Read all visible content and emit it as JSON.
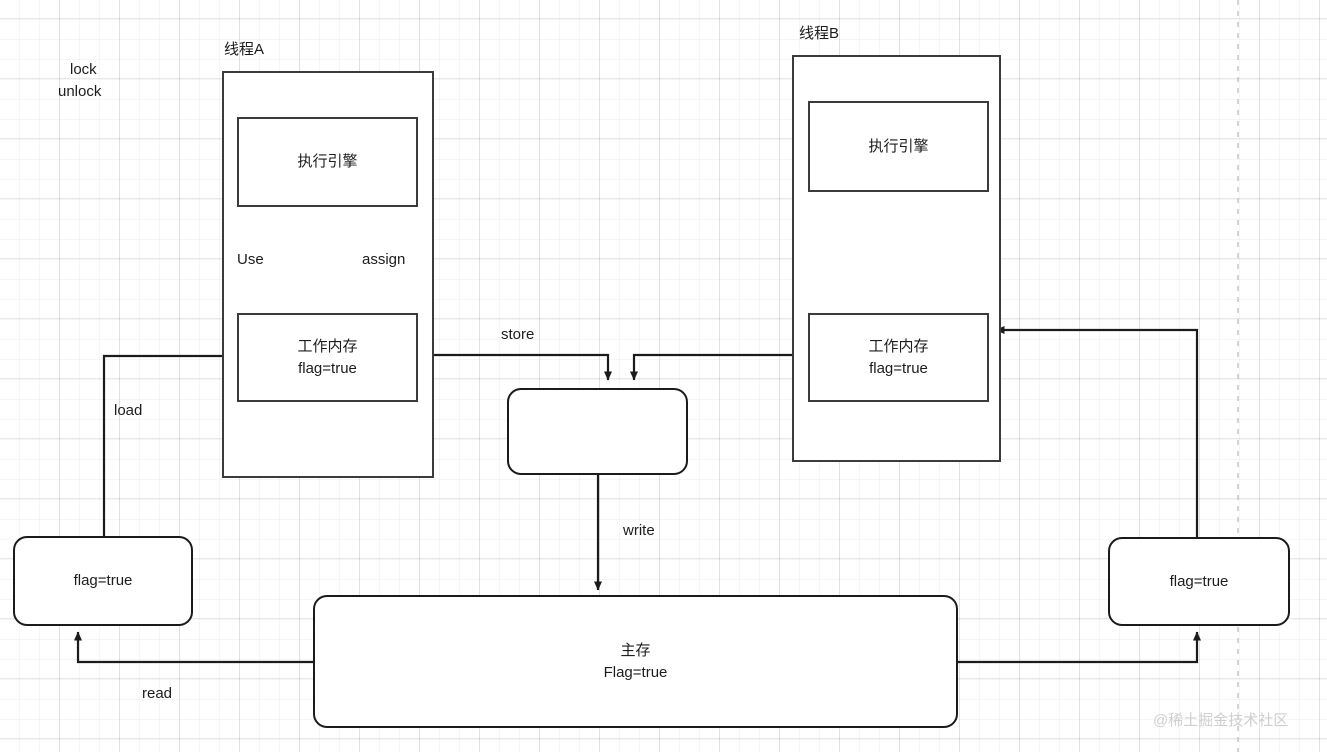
{
  "diagram": {
    "title_thread_a": "线程A",
    "title_thread_b": "线程B",
    "corner_note_line1": "lock",
    "corner_note_line2": "unlock",
    "watermark": "@稀土掘金技术社区",
    "colors": {
      "stroke": "#1b1b1b",
      "box_border": "#3b3b3b",
      "text": "#1c1c1c",
      "grid_minor": "#f2f2f2",
      "grid_major": "#e6e6e6",
      "watermark": "#cfcfcf"
    }
  },
  "nodes": {
    "thread_a_engine": {
      "label": "执行引擎"
    },
    "thread_a_working_memory": {
      "label": "工作内存",
      "value": "flag=true"
    },
    "thread_b_engine": {
      "label": "执行引擎"
    },
    "thread_b_working_memory": {
      "label": "工作内存",
      "value": "flag=true"
    },
    "buffer_middle": {
      "label": ""
    },
    "main_memory": {
      "label": "主存",
      "value": "Flag=true"
    },
    "left_flag_box": {
      "label": "flag=true"
    },
    "right_flag_box": {
      "label": "flag=true"
    }
  },
  "edge_labels": {
    "use": "Use",
    "assign": "assign",
    "store": "store",
    "load": "load",
    "write": "write",
    "read": "read"
  }
}
